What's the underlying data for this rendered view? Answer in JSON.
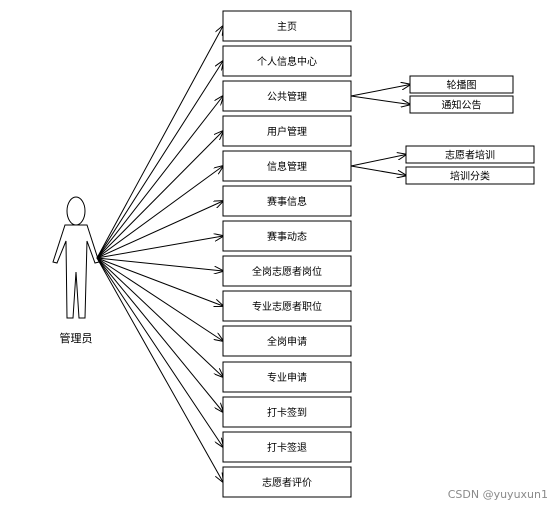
{
  "actor": {
    "label": "管理员"
  },
  "modules": [
    {
      "label": "主页"
    },
    {
      "label": "个人信息中心"
    },
    {
      "label": "公共管理",
      "children": [
        {
          "label": "轮播图"
        },
        {
          "label": "通知公告"
        }
      ]
    },
    {
      "label": "用户管理"
    },
    {
      "label": "信息管理",
      "children": [
        {
          "label": "志愿者培训"
        },
        {
          "label": "培训分类"
        }
      ]
    },
    {
      "label": "赛事信息"
    },
    {
      "label": "赛事动态"
    },
    {
      "label": "全岗志愿者岗位"
    },
    {
      "label": "专业志愿者职位"
    },
    {
      "label": "全岗申请"
    },
    {
      "label": "专业申请"
    },
    {
      "label": "打卡签到"
    },
    {
      "label": "打卡签退"
    },
    {
      "label": "志愿者评价"
    }
  ],
  "watermark": "CSDN @yuyuxun1"
}
